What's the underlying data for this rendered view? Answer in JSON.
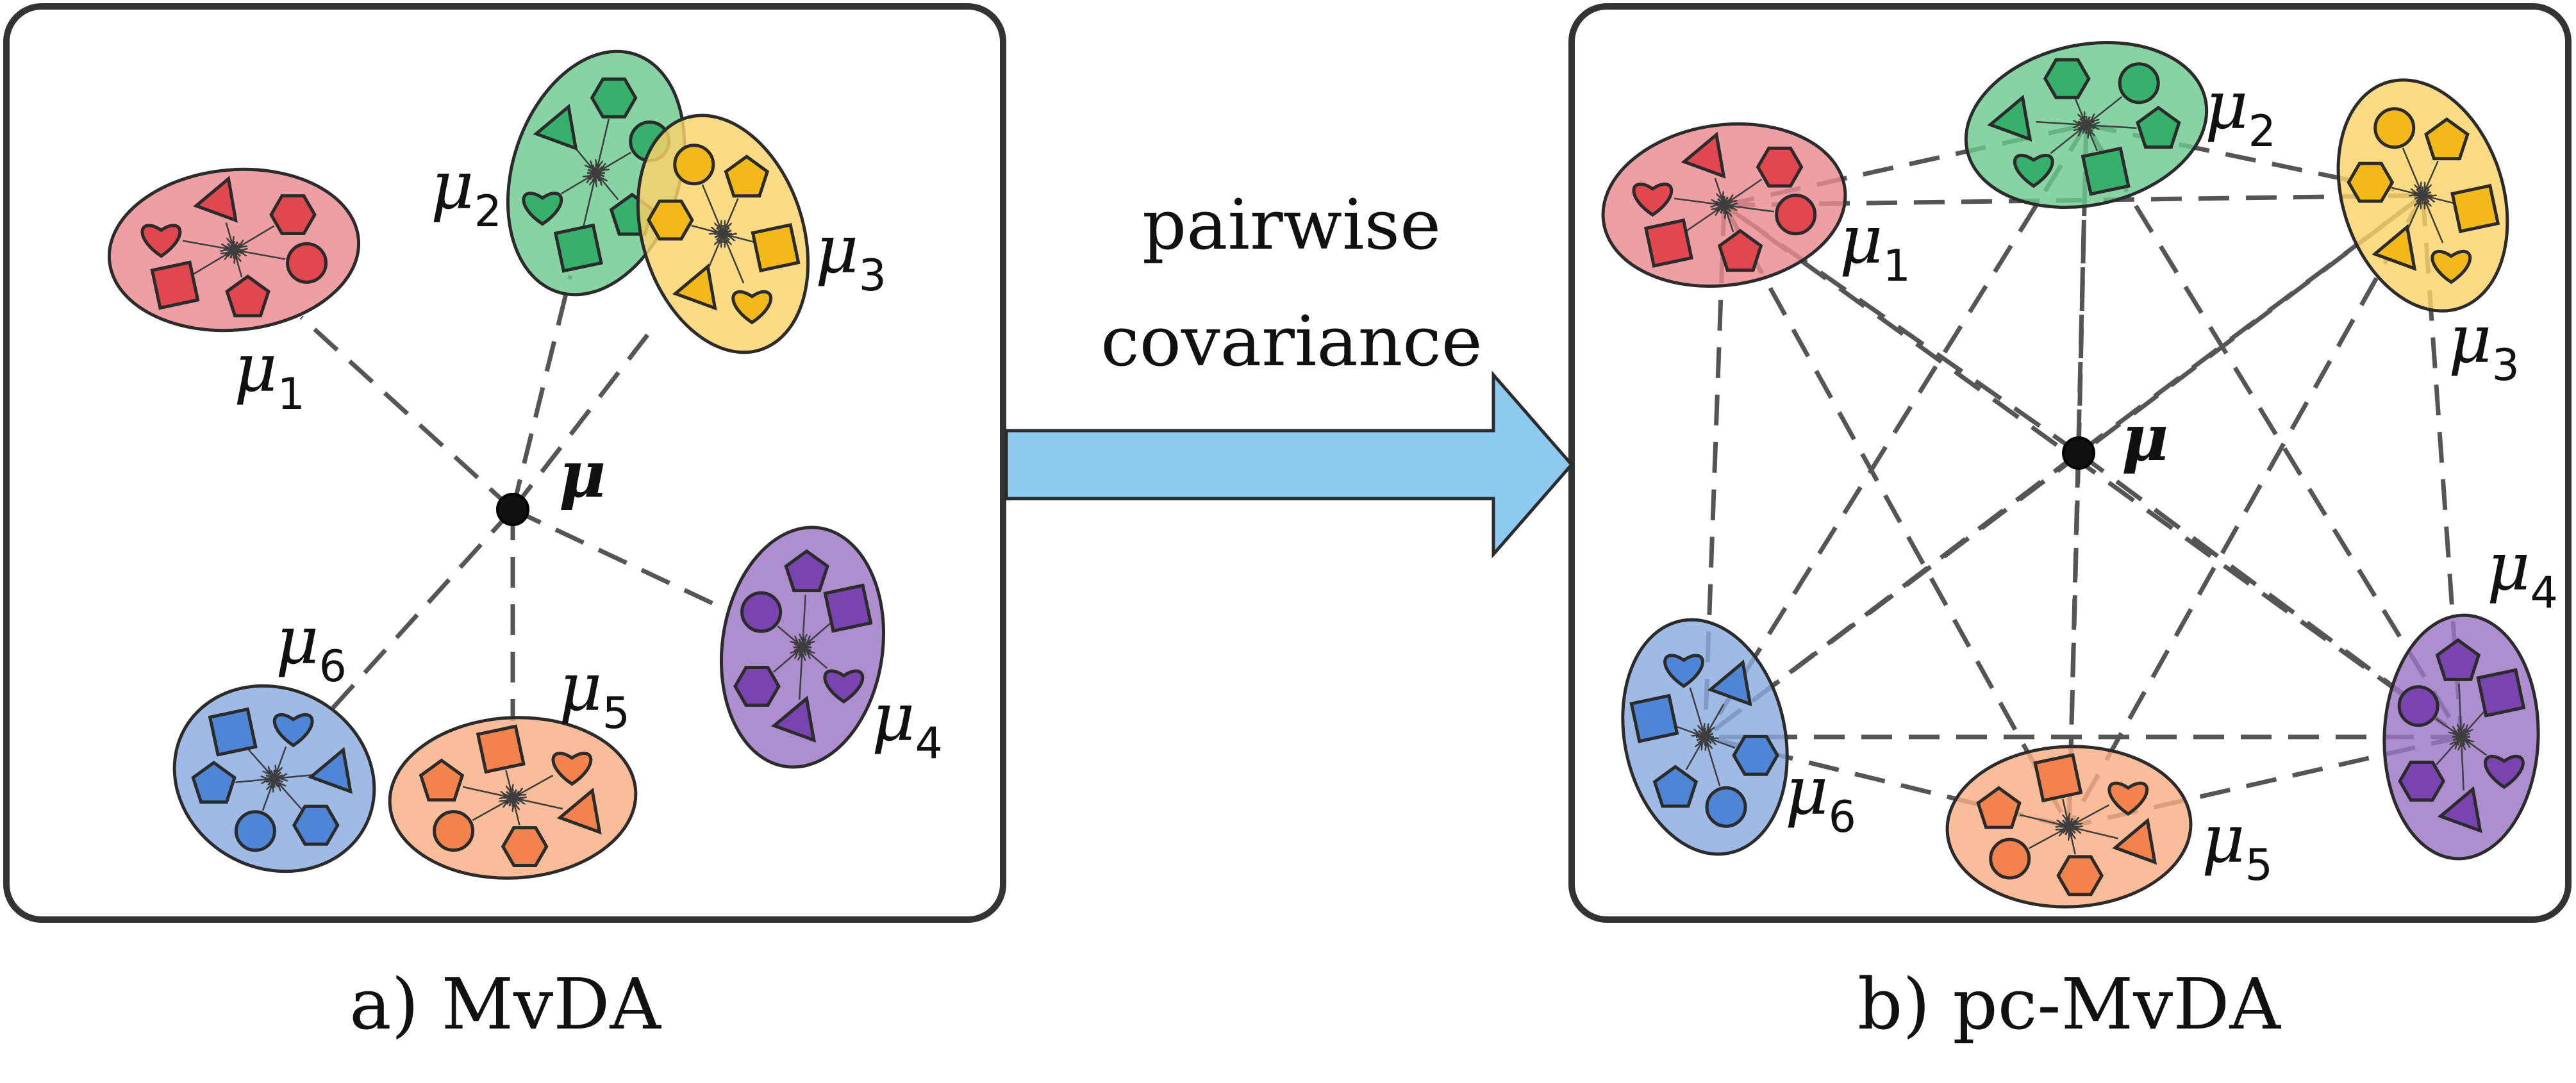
{
  "arrow": {
    "line1": "pairwise",
    "line2": "covariance",
    "color": "#8ec9ef"
  },
  "panels": [
    {
      "id": "a",
      "caption": "a) MvDA",
      "center_label": "μ",
      "clusters": [
        {
          "mu": "μ",
          "sub": "1",
          "fill": "#ea8a8f",
          "shape": "#e0474f"
        },
        {
          "mu": "μ",
          "sub": "2",
          "fill": "#6cc98f",
          "shape": "#37b06c"
        },
        {
          "mu": "μ",
          "sub": "3",
          "fill": "#fcd36a",
          "shape": "#f3b919"
        },
        {
          "mu": "μ",
          "sub": "4",
          "fill": "#9b76c6",
          "shape": "#7944b0"
        },
        {
          "mu": "μ",
          "sub": "5",
          "fill": "#f8ae84",
          "shape": "#f2834c"
        },
        {
          "mu": "μ",
          "sub": "6",
          "fill": "#8aacdf",
          "shape": "#4e85d4"
        }
      ]
    },
    {
      "id": "b",
      "caption": "b) pc-MvDA",
      "center_label": "μ",
      "clusters": [
        {
          "mu": "μ",
          "sub": "1",
          "fill": "#ea8a8f",
          "shape": "#e0474f"
        },
        {
          "mu": "μ",
          "sub": "2",
          "fill": "#6cc98f",
          "shape": "#37b06c"
        },
        {
          "mu": "μ",
          "sub": "3",
          "fill": "#fcd36a",
          "shape": "#f3b919"
        },
        {
          "mu": "μ",
          "sub": "4",
          "fill": "#9b76c6",
          "shape": "#7944b0"
        },
        {
          "mu": "μ",
          "sub": "5",
          "fill": "#f8ae84",
          "shape": "#f2834c"
        },
        {
          "mu": "μ",
          "sub": "6",
          "fill": "#8aacdf",
          "shape": "#4e85d4"
        }
      ]
    }
  ]
}
